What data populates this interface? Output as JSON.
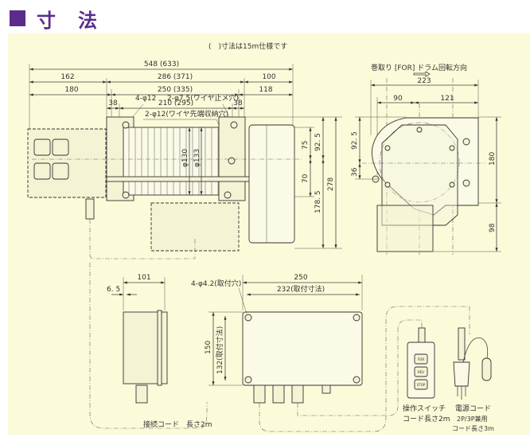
{
  "header": {
    "title_char1": "寸",
    "title_char2": "法"
  },
  "colors": {
    "title": "#5a2d8c",
    "panel": "#fbfbd9"
  },
  "note": "(　)寸法は15m仕様です",
  "front_view": {
    "dims": {
      "overall": "548 (633)",
      "d162": "162",
      "d286": "286 (371)",
      "d100": "100",
      "d180": "180",
      "d250": "250 (335)",
      "d118": "118",
      "d38a": "38",
      "d210": "210 (295)",
      "d38b": "38",
      "d75": "75",
      "d92_5": "92. 5",
      "d70": "70",
      "d178_5": "178. 5",
      "d278": "278",
      "phi130": "φ130",
      "phi133": "φ133"
    },
    "callouts": {
      "holes_4": "4-φ12",
      "wire_stop": "2-φ7.5(ワイヤ止メ穴)",
      "wire_end": "2-φ12(ワイヤ先端収納穴)"
    }
  },
  "side_view": {
    "caption": "巻取り [FOR] ドラム回転方向",
    "dims": {
      "d223": "223",
      "d90": "90",
      "d121": "121",
      "d92_5": "92. 5",
      "d36": "36",
      "d180": "180",
      "d98": "98"
    }
  },
  "control_box": {
    "dims": {
      "d101": "101",
      "d6_5": "6. 5",
      "d250": "250",
      "d232": "232(取付寸法)",
      "d150": "150",
      "d132": "132(取付寸法)"
    },
    "holes": "4-φ4.2(取付穴)",
    "connect_cord": "接続コード　長さ2m"
  },
  "switch": {
    "buttons": [
      "FOR",
      "REV",
      "STOP"
    ],
    "label1": "操作スイッチ",
    "label2": "コード長さ2m"
  },
  "power": {
    "label1": "電源コード",
    "label2": "2P/3P兼用",
    "label3": "コード長さ3m"
  }
}
